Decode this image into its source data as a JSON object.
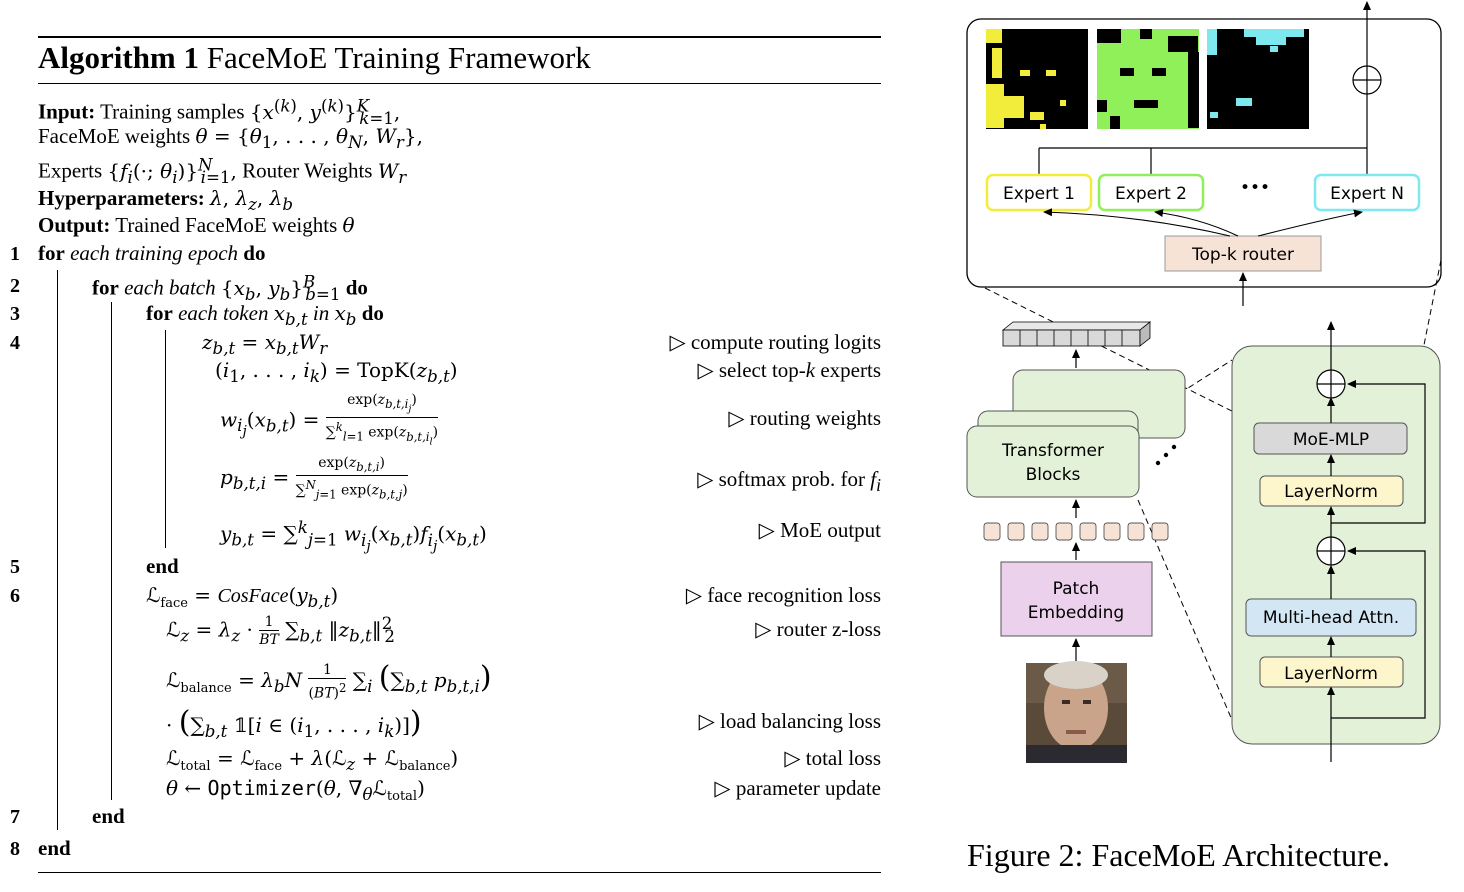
{
  "algorithm": {
    "title_prefix": "Algorithm 1",
    "title": "FaceMoE Training Framework",
    "header": [
      {
        "label": "Input:",
        "text": "Training samples {x(k), y(k)} k=1..K,"
      },
      {
        "label": "",
        "text": "FaceMoE weights θ = {θ1, . . . , θN, Wr},"
      },
      {
        "label": "",
        "text": "Experts {fi(·; θi)} i=1..N, Router Weights Wr"
      },
      {
        "label": "Hyperparameters:",
        "text": "λ, λz, λb"
      },
      {
        "label": "Output:",
        "text": "Trained FaceMoE weights θ"
      }
    ],
    "lines": [
      {
        "num": "1",
        "kw": "for",
        "text": "each training epoch",
        "kw2": "do"
      },
      {
        "num": "2",
        "kw": "for",
        "text": "each batch {xb, yb} b=1..B",
        "kw2": "do"
      },
      {
        "num": "3",
        "kw": "for",
        "text": "each token xb,t in xb",
        "kw2": "do"
      },
      {
        "num": "4",
        "math": "zb,t = xb,t Wr",
        "comment": "▷ compute routing logits"
      },
      {
        "num": "",
        "math": "(i1, . . . , ik) = TopK(zb,t)",
        "comment": "▷ select top-k experts"
      },
      {
        "num": "",
        "math_lhs": "wij(xb,t) =",
        "num_expr": "exp(zb,t,ij)",
        "den_expr": "Σ l=1..k exp(zb,t,il)",
        "comment": "▷ routing weights"
      },
      {
        "num": "",
        "math_lhs": "pb,t,i =",
        "num_expr": "exp(zb,t,i)",
        "den_expr": "Σ j=1..N exp(zb,t,j)",
        "comment": "▷ softmax prob. for fi"
      },
      {
        "num": "",
        "math": "yb,t = Σ j=1..k wij(xb,t) fij(xb,t)",
        "comment": "▷ MoE output"
      },
      {
        "num": "5",
        "kw": "end"
      },
      {
        "num": "6",
        "math": "Lface = CosFace(yb,t)",
        "comment": "▷ face recognition loss"
      },
      {
        "num": "",
        "math": "Lz = λz · 1/BT Σb,t ‖zb,t‖²₂",
        "comment": "▷ router z-loss"
      },
      {
        "num": "",
        "math": "Lbalance = λb N 1/(BT)² Σi ( Σb,t pb,t,i )",
        "comment": ""
      },
      {
        "num": "",
        "math": "· ( Σb,t 𝟙[i ∈ (i1, . . . , ik)] )",
        "comment": "▷ load balancing loss"
      },
      {
        "num": "",
        "math": "Ltotal = Lface + λ(Lz + Lbalance)",
        "comment": "▷ total loss"
      },
      {
        "num": "",
        "math": "θ ← Optimizer(θ, ∇θ Ltotal)",
        "comment": "▷ parameter update"
      },
      {
        "num": "7",
        "kw": "end"
      },
      {
        "num": "8",
        "kw": "end"
      }
    ]
  },
  "diagram": {
    "experts": [
      "Expert 1",
      "Expert 2",
      "Expert N"
    ],
    "expert_dots": "•••",
    "router": "Top-k router",
    "transformer": [
      "Transformer",
      "Blocks"
    ],
    "patch": [
      "Patch",
      "Embedding"
    ],
    "layers": {
      "moe": "MoE-MLP",
      "ln_top": "LayerNorm",
      "attn": "Multi-head Attn.",
      "ln_bottom": "LayerNorm"
    },
    "colors": {
      "expert1": "#f2ec3a",
      "expert2": "#8ff05a",
      "expertN": "#7ee8ef",
      "router_fill": "#f7e3d6",
      "block_fill": "#e3f1d8",
      "patch_fill": "#ecd1ec",
      "moe_fill": "#d9d9d9",
      "ln_fill": "#fdf6cc",
      "attn_fill": "#d3e6f3",
      "token_fill": "#f7e3d6"
    }
  },
  "caption": "Figure 2: FaceMoE Architecture."
}
